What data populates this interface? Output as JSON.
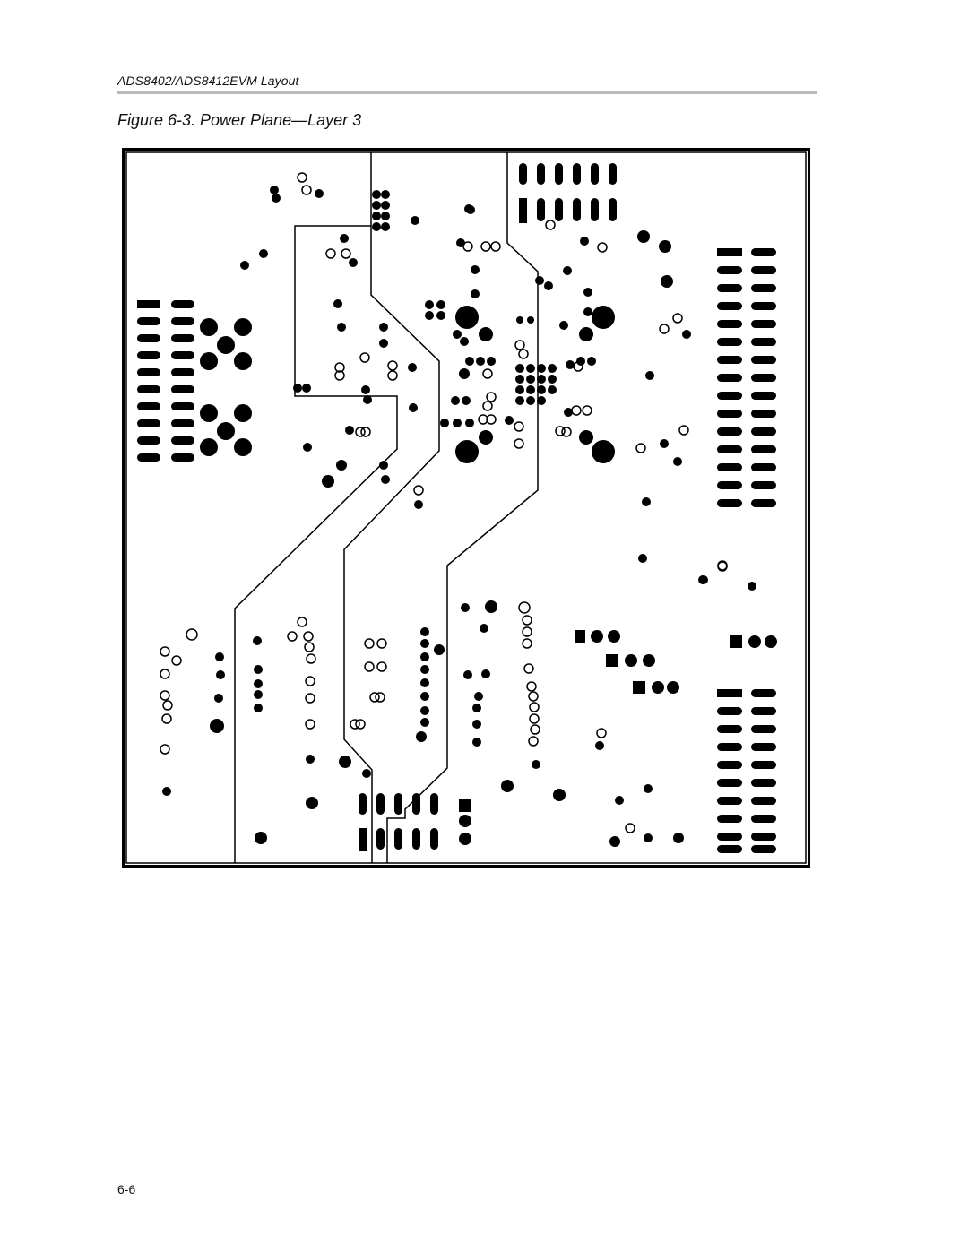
{
  "header": {
    "running_head": "ADS8402/ADS8412EVM Layout"
  },
  "figure": {
    "caption": "Figure 6-3. Power Plane—Layer 3"
  },
  "footer": {
    "page_number": "6-6"
  },
  "colors": {
    "ink": "#000000",
    "paper": "#ffffff",
    "rule": "#b9b9b9"
  }
}
